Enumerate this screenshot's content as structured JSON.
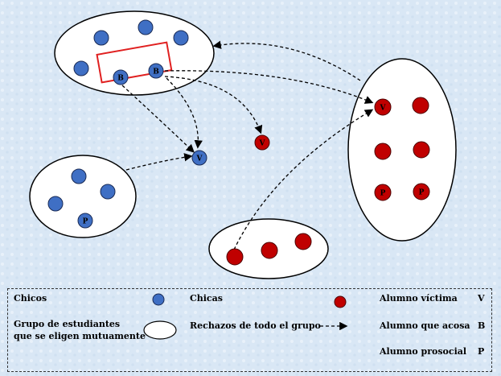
{
  "colors": {
    "background": "#dce9f6",
    "boy": "#3f6fc4",
    "girl": "#c00000",
    "group_fill": "#ffffff",
    "highlight": "#e02020"
  },
  "markers": {
    "victim": "V",
    "bully": "B",
    "prosocial": "P"
  },
  "legend": {
    "boys_label": "Chicos",
    "girls_label": "Chicas",
    "group_label_line1": "Grupo de estudiantes",
    "group_label_line2": "que se eligen mutuamente",
    "rejection_label": "Rechazos de todo el grupo",
    "victim_label": "Alumno víctima",
    "victim_letter": "V",
    "bully_label": "Alumno que acosa",
    "bully_letter": "B",
    "prosocial_label": "Alumno prosocial",
    "prosocial_letter": "P"
  }
}
